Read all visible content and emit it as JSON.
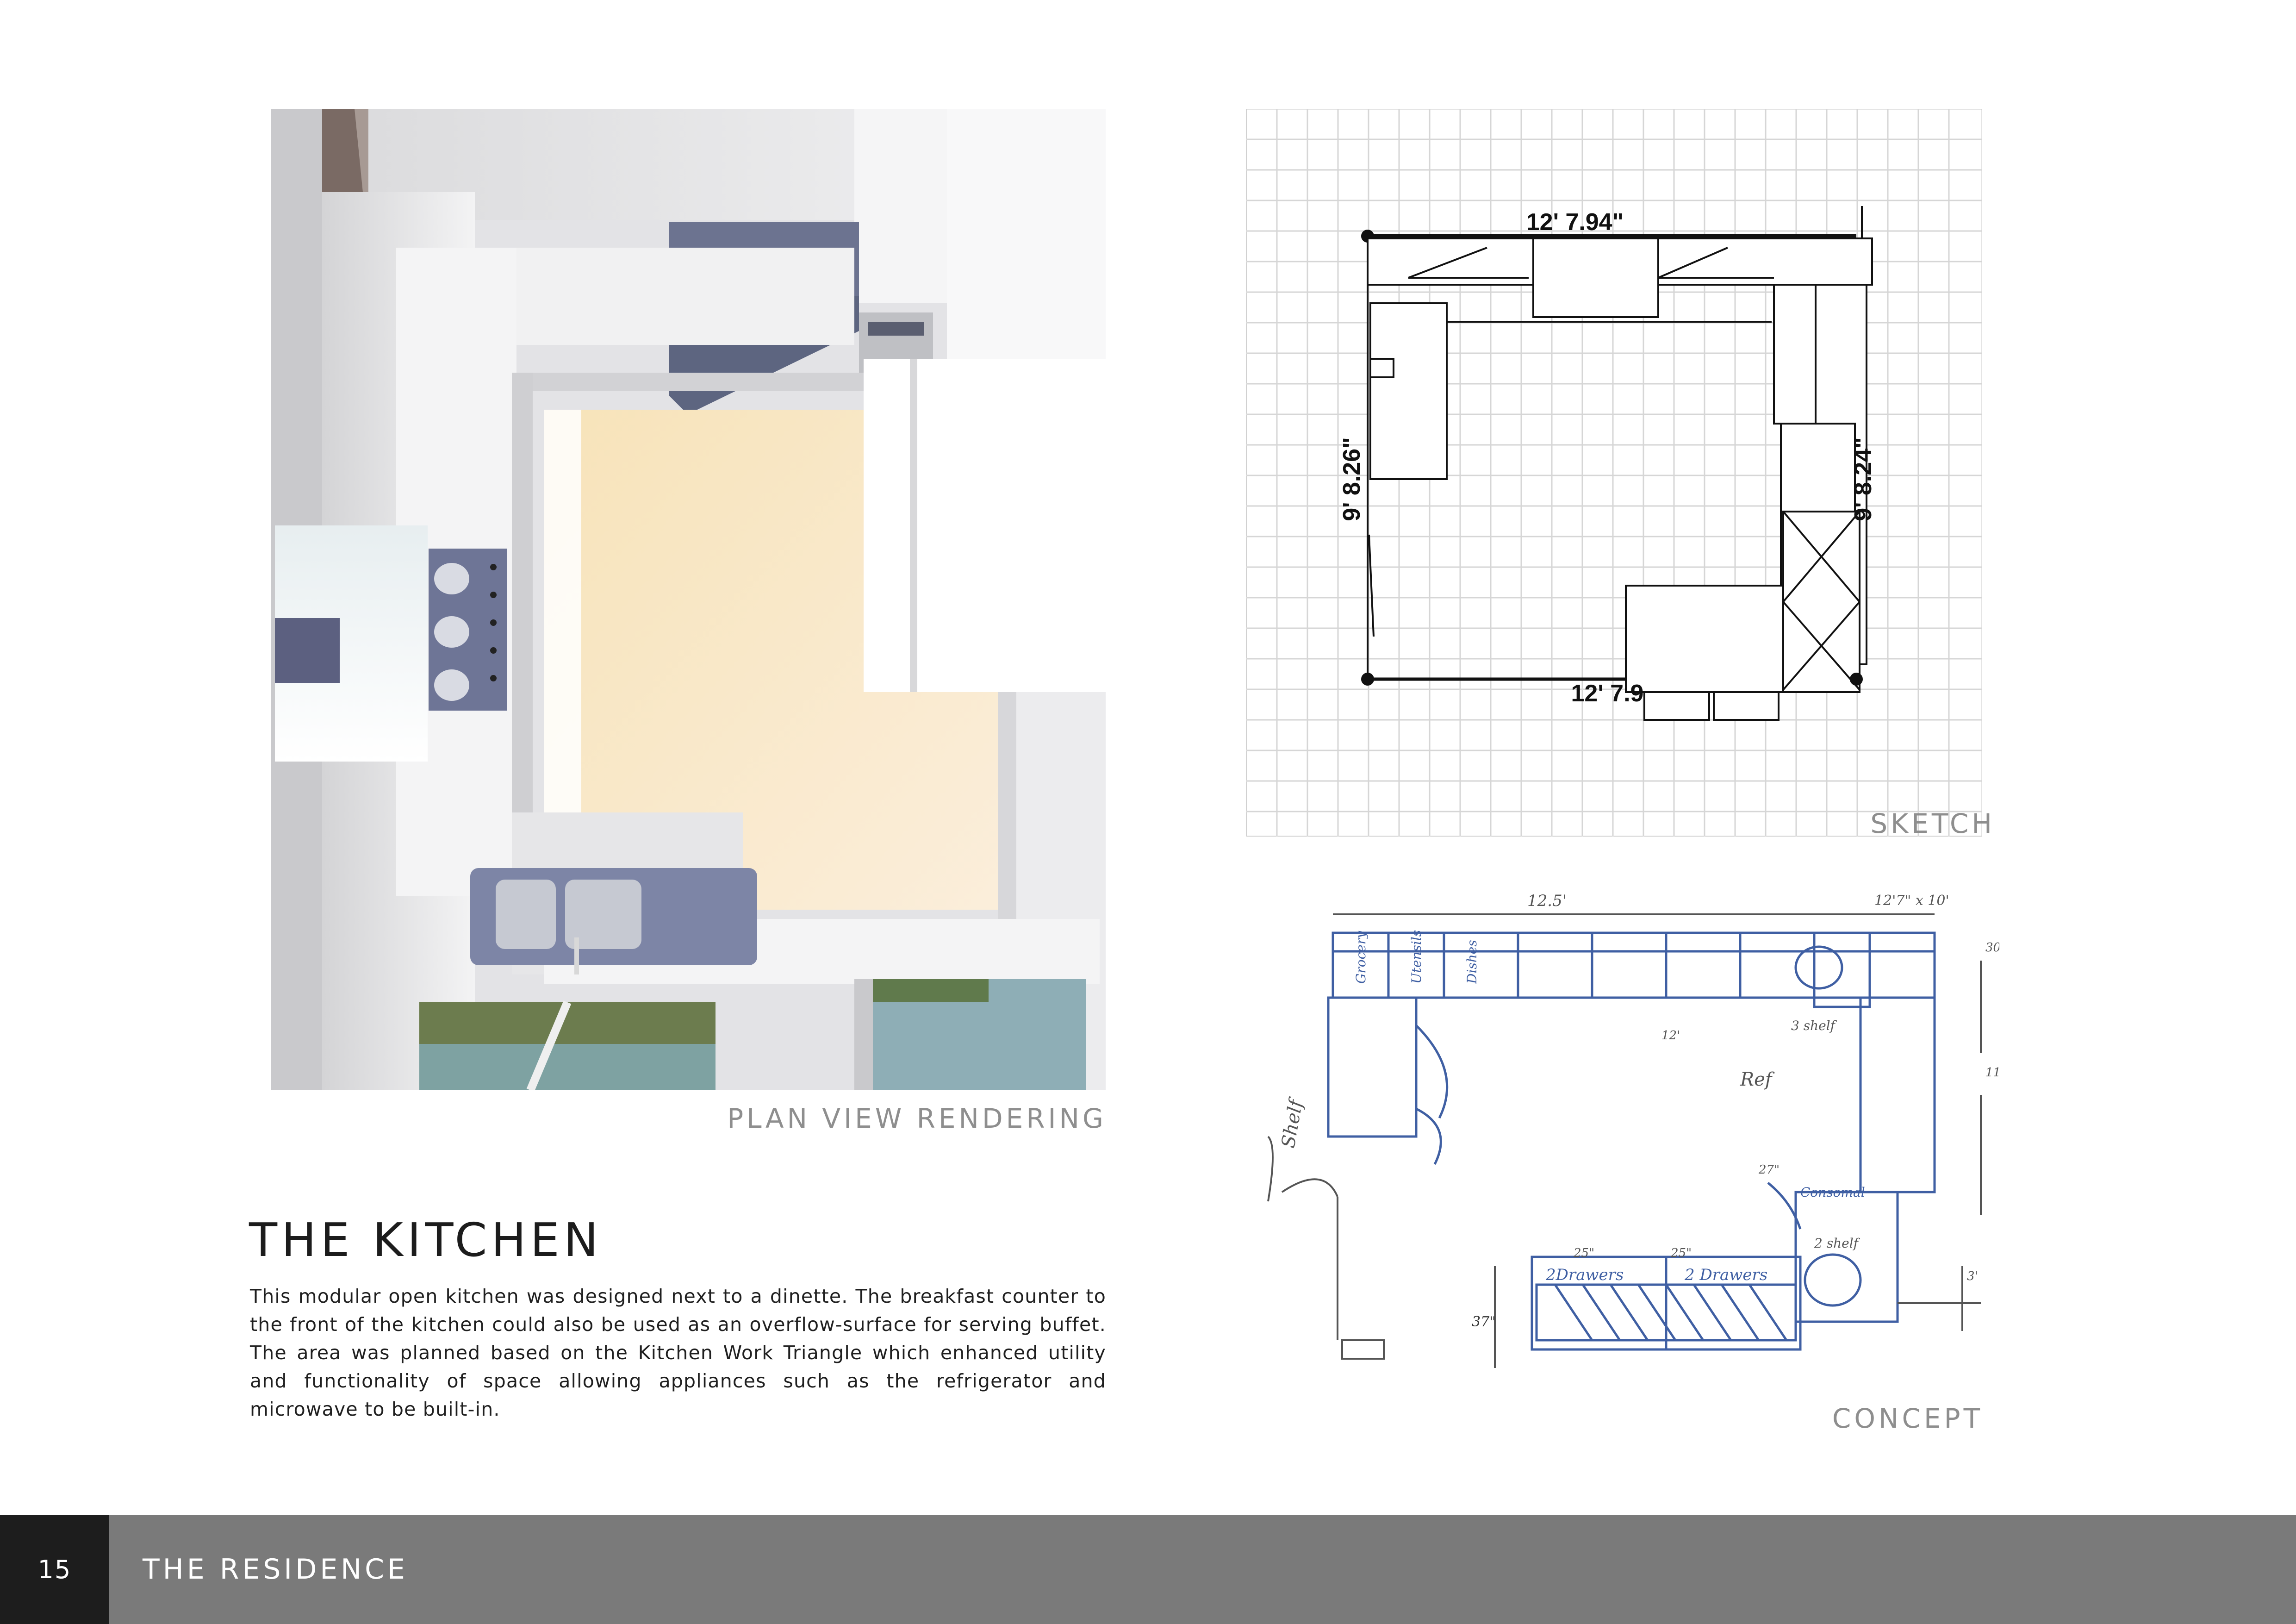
{
  "images": {
    "render_caption": "PLAN VIEW RENDERING",
    "sketch_caption": "SKETCH",
    "concept_caption": "CONCEPT"
  },
  "sketch": {
    "dim_top": "12' 7.94\"",
    "dim_bottom": "12' 7.9",
    "dim_left": "9' 8.26\"",
    "dim_right": "9' 8.24\""
  },
  "concept": {
    "dim_corner": "12'7\" x 10'",
    "dim_top": "12.5'",
    "label_3": "3'",
    "label_37": "37\"",
    "label_11": "11'",
    "label_30": "30\"",
    "label_12": "12'",
    "label_27": "27\"",
    "label_251a": "25\"",
    "label_251b": "25\"",
    "label_drawers1": "2Drawers",
    "label_drawers2": "2 Drawers",
    "label_shelf_a": "3 shelf",
    "label_shelf_b": "2 shelf",
    "label_fridge": "Ref",
    "label_shelf_left": "Shelf",
    "label_grocery": "Grocery",
    "label_utensils": "Utensils",
    "label_dishes": "Dishes",
    "label_consomal": "Consomal"
  },
  "content": {
    "title": "THE KITCHEN",
    "body": "This modular open kitchen was designed next to a dinette. The breakfast counter to the front of the kitchen could also be used as an overflow-surface for serving buffet. The area was planned based on the Kitchen Work Triangle which enhanced utility and functionality of space allowing appliances such as the refrigerator and microwave to be built-in."
  },
  "footer": {
    "page_number": "15",
    "section": "THE RESIDENCE"
  }
}
